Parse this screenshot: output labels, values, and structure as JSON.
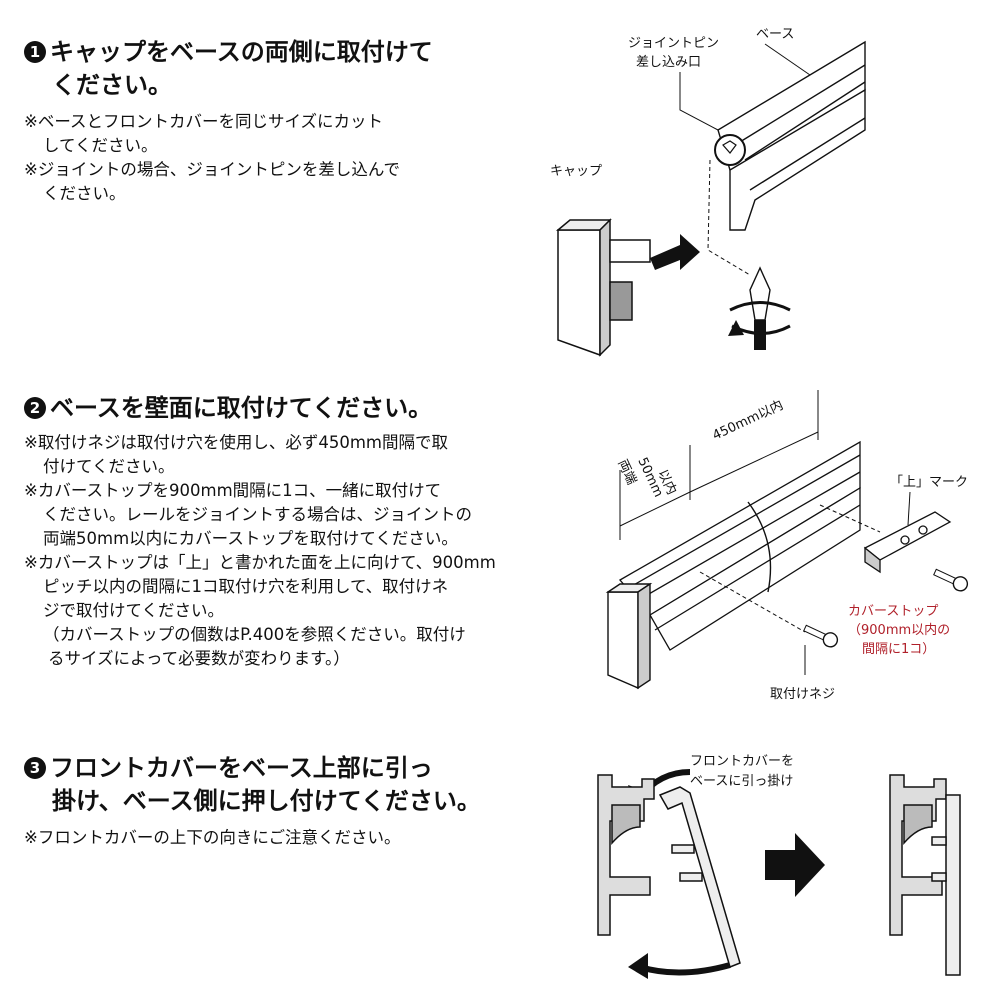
{
  "step1": {
    "number": "1",
    "title_line1": "キャップをベースの両側に取付けて",
    "title_line2": "ください。",
    "notes": [
      {
        "l1": "※ベースとフロントカバーを同じサイズにカット",
        "l2": "してください。"
      },
      {
        "l1": "※ジョイントの場合、ジョイントピンを差し込んで",
        "l2": "ください。"
      }
    ],
    "figure": {
      "label_pin_line1": "ジョイントピン",
      "label_pin_line2": "差し込み口",
      "label_base": "ベース",
      "label_cap": "キャップ"
    }
  },
  "step2": {
    "number": "2",
    "title": "ベースを壁面に取付けてください。",
    "notes": [
      "※取付けネジは取付け穴を使用し、必ず450mm間隔で取",
      "付けてください。",
      "※カバーストップを900mm間隔に1コ、一緒に取付けて",
      "ください。レールをジョイントする場合は、ジョイントの",
      "両端50mm以内にカバーストップを取付けてください。",
      "※カバーストップは「上」と書かれた面を上に向けて、900mm",
      "ピッチ以内の間隔に1コ取付け穴を利用して、取付けネ",
      "ジで取付けてください。",
      "（カバーストップの個数はP.400を参照ください。取付け",
      "るサイズによって必要数が変わります。）"
    ],
    "figure": {
      "dim_450": "450mm以内",
      "dim_ends_1": "両端",
      "dim_ends_2": "50mm",
      "dim_ends_3": "以内",
      "label_mark": "「上」マーク",
      "label_stop_1": "カバーストップ",
      "label_stop_2": "（900mm以内の",
      "label_stop_3": "間隔に1コ）",
      "label_screw": "取付けネジ",
      "accent_color": "#b0202a"
    }
  },
  "step3": {
    "number": "3",
    "title_line1": "フロントカバーをベース上部に引っ",
    "title_line2": "掛け、ベース側に押し付けてください。",
    "note": "※フロントカバーの上下の向きにご注意ください。",
    "figure": {
      "label_1": "フロントカバーを",
      "label_2": "ベースに引っ掛け"
    }
  }
}
